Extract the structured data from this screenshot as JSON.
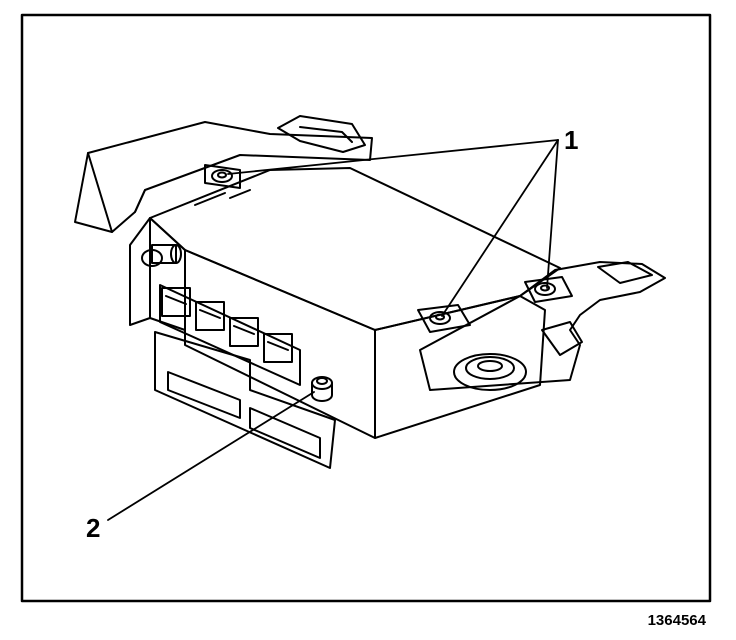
{
  "callouts": {
    "one": "1",
    "two": "2"
  },
  "figure_id": "1364564",
  "colors": {
    "ink": "#000000",
    "paper": "#ffffff"
  }
}
